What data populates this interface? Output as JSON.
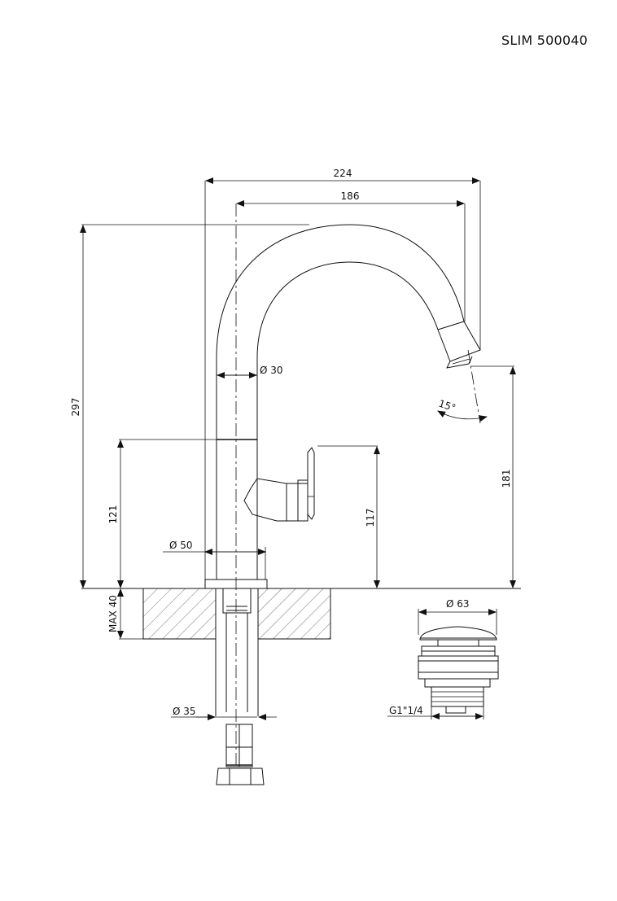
{
  "title": "SLIM 500040",
  "dimensions": {
    "width_total": "224",
    "reach": "186",
    "height_total": "297",
    "spout_diameter": "Ø 30",
    "lever_height": "121",
    "handle_height": "117",
    "outlet_height": "181",
    "spout_angle": "15°",
    "base_diameter": "Ø 50",
    "deck_max": "MAX 40",
    "shank_diameter": "Ø 35",
    "waste_diameter": "Ø 63",
    "waste_thread": "G1\"1/4"
  }
}
